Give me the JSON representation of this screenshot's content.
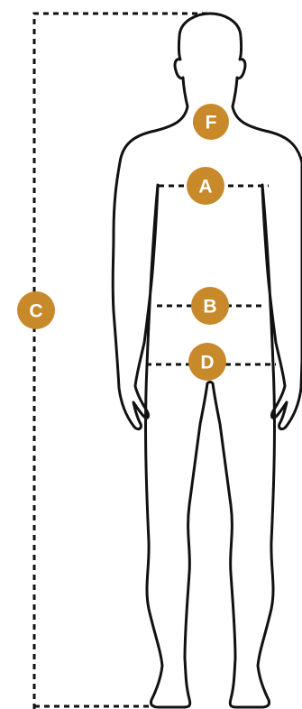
{
  "colors": {
    "badge": "#C8892A",
    "line": "#111111",
    "background": "#FFFFFF"
  },
  "markers": {
    "neck": "F",
    "chest": "A",
    "waist": "B",
    "hip": "D",
    "height": "C"
  }
}
